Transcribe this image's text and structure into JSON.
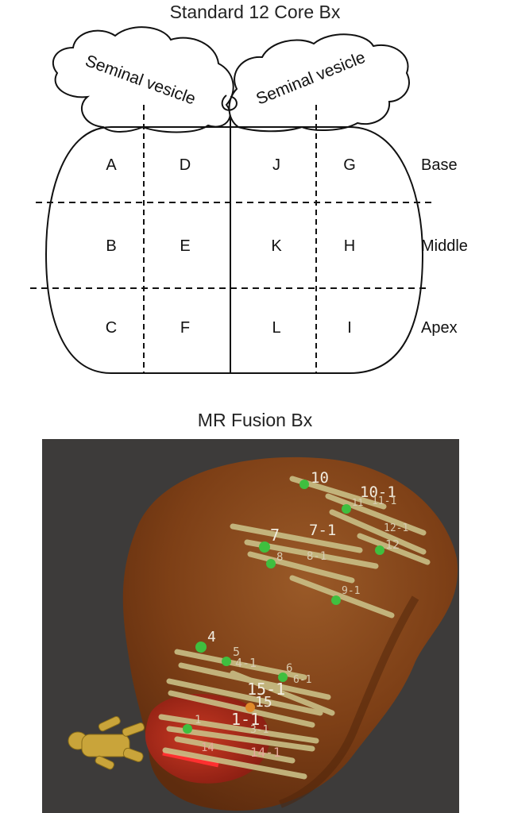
{
  "titles": {
    "standard": "Standard 12 Core Bx",
    "fusion": "MR Fusion Bx"
  },
  "seminal_vesicle_label": "Seminal vesicle",
  "zones": {
    "row_base": [
      "A",
      "D",
      "J",
      "G"
    ],
    "row_middle": [
      "B",
      "E",
      "K",
      "H"
    ],
    "row_apex": [
      "C",
      "F",
      "L",
      "I"
    ]
  },
  "levels": {
    "base": "Base",
    "middle": "Middle",
    "apex": "Apex"
  },
  "fusion_labels": {
    "c10": "10",
    "c10_1": "10-1",
    "c11": "11",
    "c11_1": "11-1",
    "c12_1": "12-1",
    "c12": "12",
    "c7": "7",
    "c7_1": "7-1",
    "c8": "8",
    "c8_1": "8-1",
    "c9_1": "9-1",
    "c4": "4",
    "c5": "5",
    "c4_1": "4-1",
    "c6": "6",
    "c6_1": "6-1",
    "c15_1": "15-1",
    "c15": "15",
    "c1": "1",
    "c1_1": "1-1",
    "c3_1": "3-1",
    "c14": "14",
    "c14_1": "14-1"
  },
  "colors": {
    "prostate": "#8a4a1c",
    "needle": "#c9bf86",
    "marker": "#3fbf3f",
    "lesion": "#c8201b",
    "background": "#3d3b3a"
  }
}
